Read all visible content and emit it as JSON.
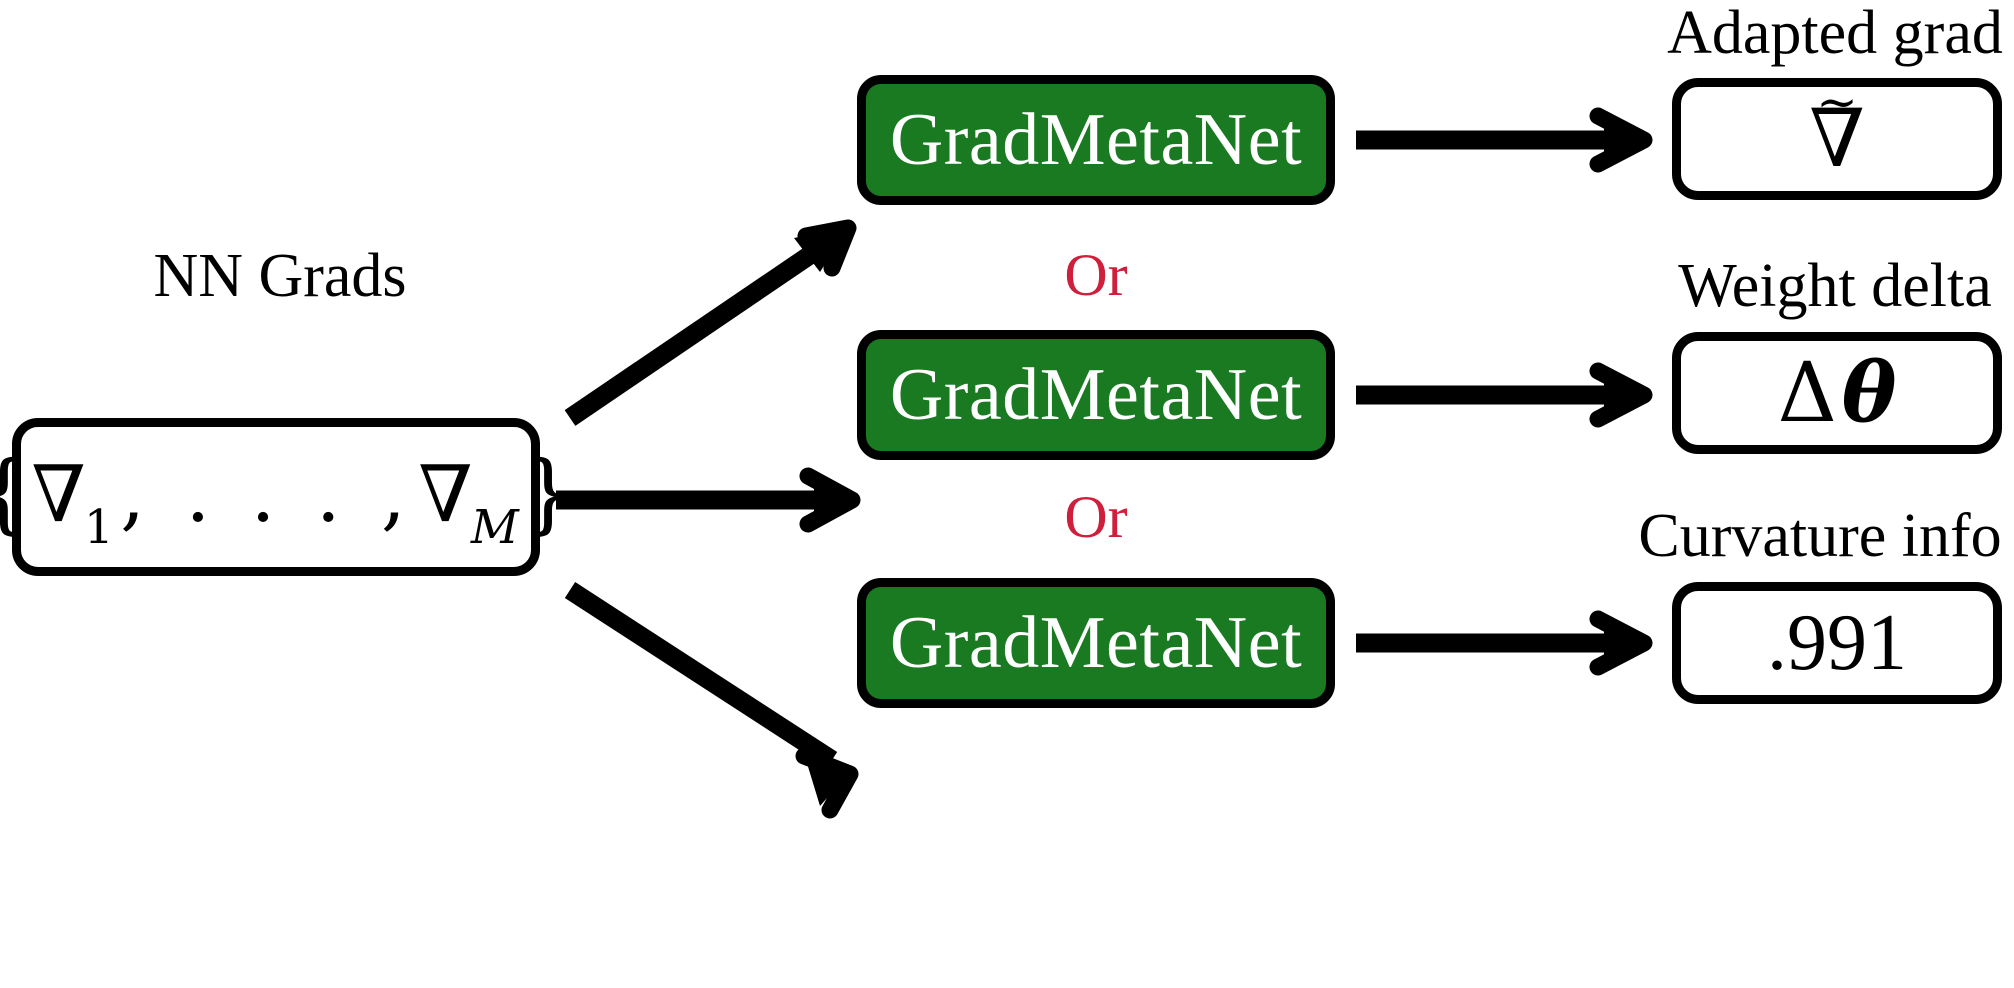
{
  "diagram": {
    "title": "GradMetaNet output modes",
    "background_color": "#ffffff",
    "accent_green": "#1a7a22",
    "accent_red": "#ce1f3c",
    "stroke_color": "#000000"
  },
  "input": {
    "caption": "NN Grads",
    "open_brace": "{",
    "close_brace": "}",
    "first_symbol": "∇",
    "first_subscript": "1",
    "ellipsis": ", . . . ,",
    "last_symbol": "∇",
    "last_subscript": "M"
  },
  "models": [
    {
      "label": "GradMetaNet"
    },
    {
      "label": "GradMetaNet"
    },
    {
      "label": "GradMetaNet"
    }
  ],
  "separators": [
    {
      "label": "Or"
    },
    {
      "label": "Or"
    }
  ],
  "outputs": [
    {
      "caption": "Adapted grad",
      "value": "∇",
      "accent": "~",
      "kind": "tilde-nabla"
    },
    {
      "caption": "Weight delta",
      "delta": "Δ",
      "theta": "θ",
      "kind": "delta-theta"
    },
    {
      "caption": "Curvature info",
      "value": ".991",
      "kind": "number"
    }
  ],
  "arrows": {
    "branch_up": "arrow-up-right",
    "branch_mid": "arrow-right",
    "branch_down": "arrow-down-right",
    "out_top": "arrow-right",
    "out_mid": "arrow-right",
    "out_bottom": "arrow-right"
  }
}
